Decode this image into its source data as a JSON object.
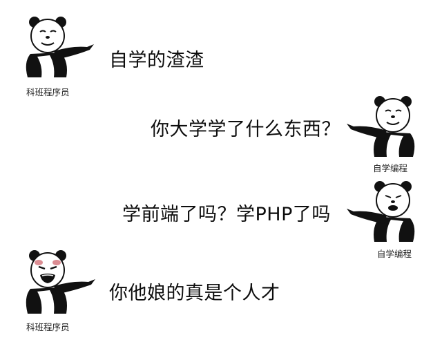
{
  "panels": [
    {
      "speaker": "科班程序员",
      "line": "自学的渣渣"
    },
    {
      "speaker": "自学编程",
      "line": "你大学学了什么东西？"
    },
    {
      "speaker": "自学编程",
      "line": "学前端了吗？学PHP了吗"
    },
    {
      "speaker": "科班程序员",
      "line": "你他娘的真是个人才"
    }
  ],
  "icons": {
    "left_panda": "panda-pointing-right-icon",
    "right_panda": "panda-pointing-left-icon",
    "angry_panda": "angry-panda-pointing-right-icon"
  },
  "colors": {
    "ink": "#0d0d0d",
    "background": "#ffffff",
    "blush": "#c0303a"
  }
}
